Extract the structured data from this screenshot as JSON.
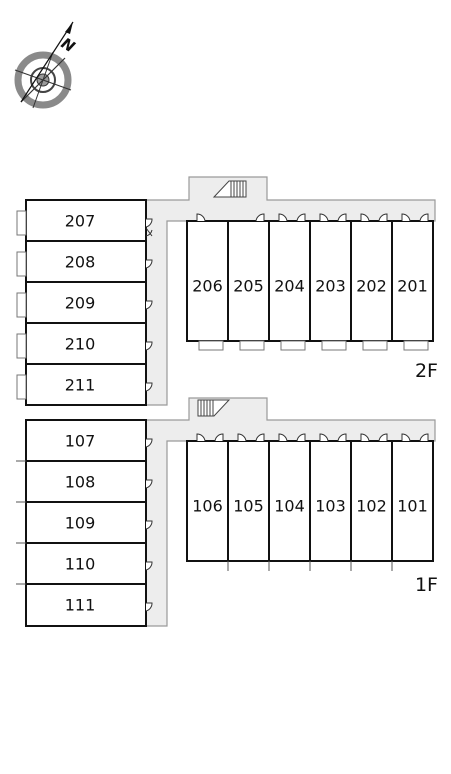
{
  "colors": {
    "corridor": "#ededed",
    "corridor_edge": "#9a9a9a",
    "wall": "#111111",
    "thin": "#777777",
    "compass_gray": "#9a9a9a"
  },
  "compass": {
    "north_label": "N",
    "icon": "compass-north-arrow-icon"
  },
  "floors": [
    {
      "id": "2F",
      "label": "2F",
      "west_rooms": [
        "207",
        "208",
        "209",
        "210",
        "211"
      ],
      "east_rooms": [
        "206",
        "205",
        "204",
        "203",
        "202",
        "201"
      ]
    },
    {
      "id": "1F",
      "label": "1F",
      "west_rooms": [
        "107",
        "108",
        "109",
        "110",
        "111"
      ],
      "east_rooms": [
        "106",
        "105",
        "104",
        "103",
        "102",
        "101"
      ]
    }
  ]
}
